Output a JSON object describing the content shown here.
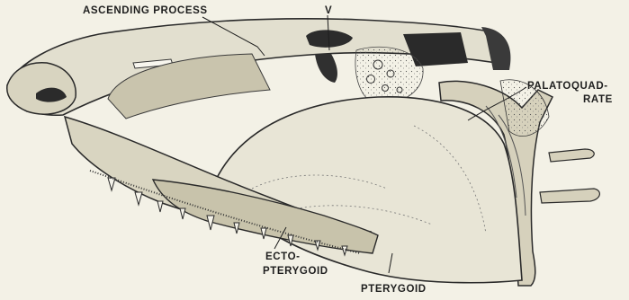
{
  "labels": {
    "ascending_process": "ASCENDING PROCESS",
    "v": "V",
    "palatoquadrate_line1": "PALATOQUAD-",
    "palatoquadrate_line2": "RATE",
    "ectopterygoid_line1": "ECTO-",
    "ectopterygoid_line2": "PTERYGOID",
    "pterygoid": "PTERYGOID"
  }
}
